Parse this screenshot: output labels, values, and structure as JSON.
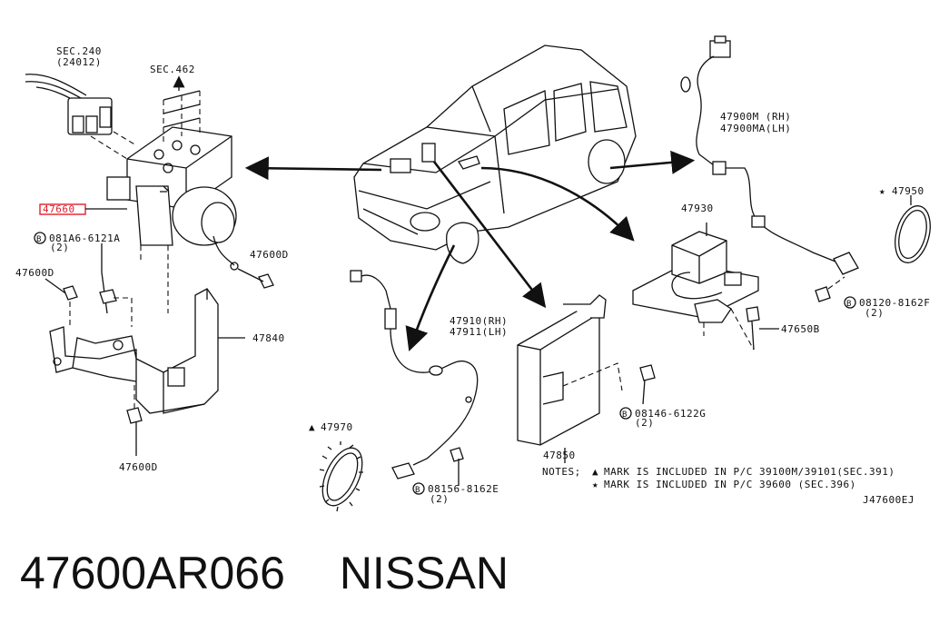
{
  "labels": {
    "sec240": "SEC.240",
    "sec240_sub": "(24012)",
    "sec462": "SEC.462",
    "p47660": "47660",
    "b081a6": "081A6-6121A",
    "qty2": "(2)",
    "p47600d": "47600D",
    "p47840": "47840",
    "p47910": "47910(RH)",
    "p47911": "47911(LH)",
    "p47970": "47970",
    "b08156": "08156-8162E",
    "p47850": "47850",
    "p47930": "47930",
    "p47650b": "47650B",
    "b08146": "08146-6122G",
    "p47900m": "47900M (RH)",
    "p47900ma": "47900MA(LH)",
    "p47950": "47950",
    "b08120": "08120-8162F",
    "notes_title": "NOTES;",
    "note1": "MARK IS INCLUDED IN P/C 39100M/39101(SEC.391)",
    "note2": "MARK IS INCLUDED IN P/C 39600 (SEC.396)",
    "diagram_code": "J47600EJ",
    "bolt_mark": "B",
    "triangle_mark": "▲",
    "star_mark": "★"
  },
  "caption": {
    "part_number": "47600AR066",
    "brand": "NISSAN"
  },
  "colors": {
    "line": "#111111",
    "highlight": "#e0202a",
    "background": "#ffffff"
  }
}
